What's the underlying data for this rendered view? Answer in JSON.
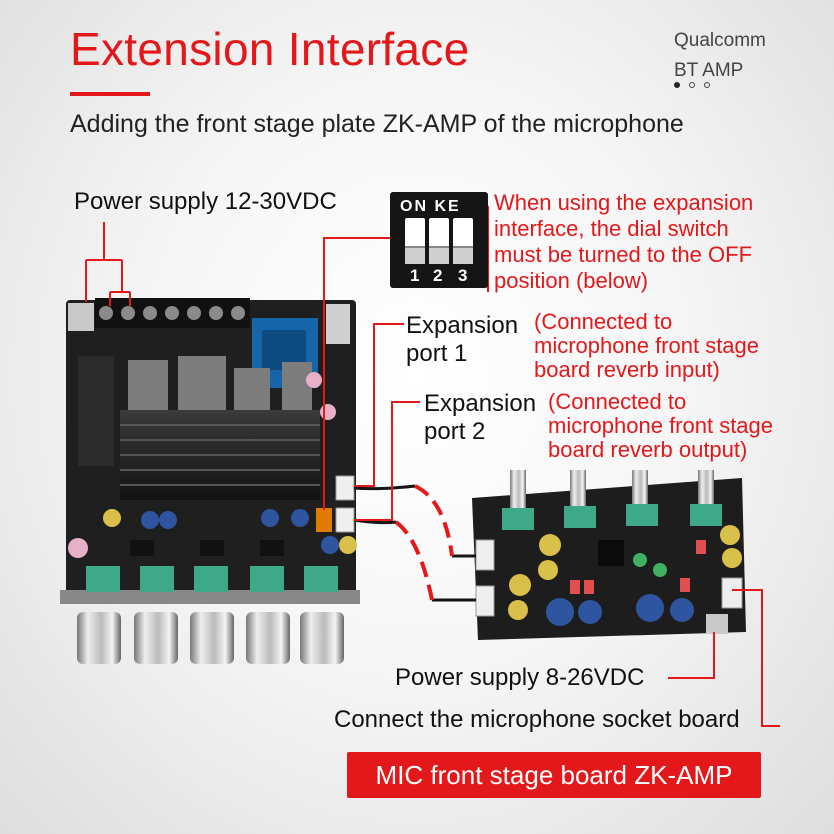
{
  "header": {
    "title": "Extension Interface",
    "brand_line1": "Qualcomm",
    "brand_line2": "BT AMP",
    "subtitle": "Adding the front stage plate ZK-AMP of the microphone"
  },
  "labels": {
    "power_main": "Power supply 12-30VDC",
    "expansion_port1_line1": "Expansion",
    "expansion_port1_line2": "port 1",
    "expansion_port1_note_line1": "(Connected to",
    "expansion_port1_note_line2": "microphone front stage",
    "expansion_port1_note_line3": "board reverb input)",
    "expansion_port2_line1": "Expansion",
    "expansion_port2_line2": "port 2",
    "expansion_port2_note_line1": "(Connected to",
    "expansion_port2_note_line2": "microphone front stage",
    "expansion_port2_note_line3": "board reverb output)",
    "power_mic": "Power supply 8-26VDC",
    "mic_socket": "Connect the microphone socket board"
  },
  "dip_switch": {
    "top_label": "ON KE",
    "numbers": [
      "1",
      "2",
      "3"
    ],
    "note_line1": "When using the expansion",
    "note_line2": "interface, the dial switch",
    "note_line3": "must be turned to the OFF",
    "note_line4": "position (below)"
  },
  "badge": {
    "text": "MIC front stage board ZK-AMP"
  },
  "colors": {
    "accent": "#e3181b",
    "text": "#111111",
    "board": "#1d1d1d"
  }
}
